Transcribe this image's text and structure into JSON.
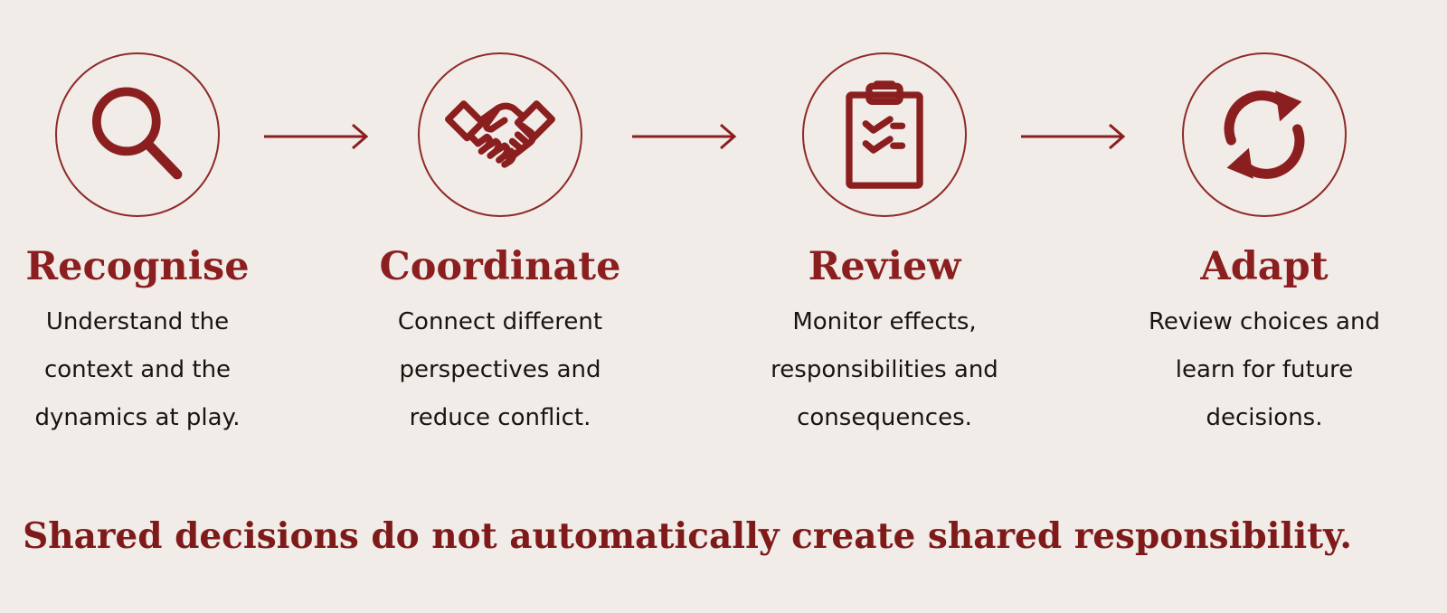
{
  "colors": {
    "background": "#f1ece7",
    "accent": "#8b1f1f",
    "text": "#1a1410"
  },
  "steps": [
    {
      "icon": "magnifier-icon",
      "title": "Recognise",
      "desc_lines": [
        "Understand the",
        "context and the",
        "dynamics at play."
      ]
    },
    {
      "icon": "handshake-icon",
      "title": "Coordinate",
      "desc_lines": [
        "Connect different",
        "perspectives and",
        "reduce conflict."
      ]
    },
    {
      "icon": "clipboard-checklist-icon",
      "title": "Review",
      "desc_lines": [
        "Monitor effects,",
        "responsibilities and",
        "consequences."
      ]
    },
    {
      "icon": "cycle-arrows-icon",
      "title": "Adapt",
      "desc_lines": [
        "Review choices and",
        "learn for future",
        "decisions."
      ]
    }
  ],
  "footer": "Shared decisions do not automatically create shared responsibility."
}
